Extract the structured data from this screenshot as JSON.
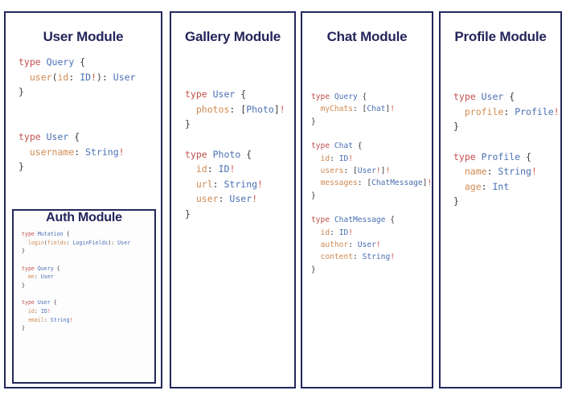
{
  "theme": {
    "border_color": "#24275c",
    "title_color": "#23255a",
    "keyword_color": "#c0504d",
    "typename_color": "#4a6fb5",
    "field_color": "#d08a50",
    "bang_color": "#d0564e",
    "punct_color": "#3b3b3b",
    "background": "#ffffff"
  },
  "modules": {
    "user": {
      "title": "User Module",
      "code_lines": [
        [
          {
            "t": "type ",
            "c": "k"
          },
          {
            "t": "Query",
            "c": "tn"
          },
          {
            "t": " {",
            "c": "p"
          }
        ],
        [
          {
            "t": "  ",
            "c": "p"
          },
          {
            "t": "user",
            "c": "fn"
          },
          {
            "t": "(",
            "c": "p"
          },
          {
            "t": "id",
            "c": "fn"
          },
          {
            "t": ": ",
            "c": "p"
          },
          {
            "t": "ID",
            "c": "tn"
          },
          {
            "t": "!",
            "c": "bg"
          },
          {
            "t": "): ",
            "c": "p"
          },
          {
            "t": "User",
            "c": "tn"
          }
        ],
        [
          {
            "t": "}",
            "c": "p"
          }
        ],
        [
          {
            "t": "",
            "c": "p"
          }
        ],
        [
          {
            "t": "",
            "c": "p"
          }
        ],
        [
          {
            "t": "type ",
            "c": "k"
          },
          {
            "t": "User",
            "c": "tn"
          },
          {
            "t": " {",
            "c": "p"
          }
        ],
        [
          {
            "t": "  ",
            "c": "p"
          },
          {
            "t": "username",
            "c": "fn"
          },
          {
            "t": ": ",
            "c": "p"
          },
          {
            "t": "String",
            "c": "tn"
          },
          {
            "t": "!",
            "c": "bg"
          }
        ],
        [
          {
            "t": "}",
            "c": "p"
          }
        ]
      ]
    },
    "auth": {
      "title": "Auth Module",
      "code_lines": [
        [
          {
            "t": "type ",
            "c": "k"
          },
          {
            "t": "Mutation",
            "c": "tn"
          },
          {
            "t": " {",
            "c": "p"
          }
        ],
        [
          {
            "t": "  ",
            "c": "p"
          },
          {
            "t": "login",
            "c": "fn"
          },
          {
            "t": "(",
            "c": "p"
          },
          {
            "t": "fields",
            "c": "fn"
          },
          {
            "t": ": ",
            "c": "p"
          },
          {
            "t": "LoginFields",
            "c": "tn"
          },
          {
            "t": "): ",
            "c": "p"
          },
          {
            "t": "User",
            "c": "tn"
          }
        ],
        [
          {
            "t": "}",
            "c": "p"
          }
        ],
        [
          {
            "t": "",
            "c": "p"
          }
        ],
        [
          {
            "t": "type ",
            "c": "k"
          },
          {
            "t": "Query",
            "c": "tn"
          },
          {
            "t": " {",
            "c": "p"
          }
        ],
        [
          {
            "t": "  ",
            "c": "p"
          },
          {
            "t": "me",
            "c": "fn"
          },
          {
            "t": ": ",
            "c": "p"
          },
          {
            "t": "User",
            "c": "tn"
          }
        ],
        [
          {
            "t": "}",
            "c": "p"
          }
        ],
        [
          {
            "t": "",
            "c": "p"
          }
        ],
        [
          {
            "t": "type ",
            "c": "k"
          },
          {
            "t": "User",
            "c": "tn"
          },
          {
            "t": " {",
            "c": "p"
          }
        ],
        [
          {
            "t": "  ",
            "c": "p"
          },
          {
            "t": "id",
            "c": "fn"
          },
          {
            "t": ": ",
            "c": "p"
          },
          {
            "t": "ID",
            "c": "tn"
          },
          {
            "t": "!",
            "c": "bg"
          }
        ],
        [
          {
            "t": "  ",
            "c": "p"
          },
          {
            "t": "email",
            "c": "fn"
          },
          {
            "t": ": ",
            "c": "p"
          },
          {
            "t": "String",
            "c": "tn"
          },
          {
            "t": "!",
            "c": "bg"
          }
        ],
        [
          {
            "t": "}",
            "c": "p"
          }
        ]
      ]
    },
    "gallery": {
      "title": "Gallery Module",
      "code_lines": [
        [
          {
            "t": "type ",
            "c": "k"
          },
          {
            "t": "User",
            "c": "tn"
          },
          {
            "t": " {",
            "c": "p"
          }
        ],
        [
          {
            "t": "  ",
            "c": "p"
          },
          {
            "t": "photos",
            "c": "fn"
          },
          {
            "t": ": [",
            "c": "p"
          },
          {
            "t": "Photo",
            "c": "tn"
          },
          {
            "t": "]",
            "c": "p"
          },
          {
            "t": "!",
            "c": "bg"
          }
        ],
        [
          {
            "t": "}",
            "c": "p"
          }
        ],
        [
          {
            "t": "",
            "c": "p"
          }
        ],
        [
          {
            "t": "type ",
            "c": "k"
          },
          {
            "t": "Photo",
            "c": "tn"
          },
          {
            "t": " {",
            "c": "p"
          }
        ],
        [
          {
            "t": "  ",
            "c": "p"
          },
          {
            "t": "id",
            "c": "fn"
          },
          {
            "t": ": ",
            "c": "p"
          },
          {
            "t": "ID",
            "c": "tn"
          },
          {
            "t": "!",
            "c": "bg"
          }
        ],
        [
          {
            "t": "  ",
            "c": "p"
          },
          {
            "t": "url",
            "c": "fn"
          },
          {
            "t": ": ",
            "c": "p"
          },
          {
            "t": "String",
            "c": "tn"
          },
          {
            "t": "!",
            "c": "bg"
          }
        ],
        [
          {
            "t": "  ",
            "c": "p"
          },
          {
            "t": "user",
            "c": "fn"
          },
          {
            "t": ": ",
            "c": "p"
          },
          {
            "t": "User",
            "c": "tn"
          },
          {
            "t": "!",
            "c": "bg"
          }
        ],
        [
          {
            "t": "}",
            "c": "p"
          }
        ]
      ]
    },
    "chat": {
      "title": "Chat Module",
      "code_lines": [
        [
          {
            "t": "type ",
            "c": "k"
          },
          {
            "t": "Query",
            "c": "tn"
          },
          {
            "t": " {",
            "c": "p"
          }
        ],
        [
          {
            "t": "  ",
            "c": "p"
          },
          {
            "t": "myChats",
            "c": "fn"
          },
          {
            "t": ": [",
            "c": "p"
          },
          {
            "t": "Chat",
            "c": "tn"
          },
          {
            "t": "]",
            "c": "p"
          },
          {
            "t": "!",
            "c": "bg"
          }
        ],
        [
          {
            "t": "}",
            "c": "p"
          }
        ],
        [
          {
            "t": "",
            "c": "p"
          }
        ],
        [
          {
            "t": "type ",
            "c": "k"
          },
          {
            "t": "Chat",
            "c": "tn"
          },
          {
            "t": " {",
            "c": "p"
          }
        ],
        [
          {
            "t": "  ",
            "c": "p"
          },
          {
            "t": "id",
            "c": "fn"
          },
          {
            "t": ": ",
            "c": "p"
          },
          {
            "t": "ID",
            "c": "tn"
          },
          {
            "t": "!",
            "c": "bg"
          }
        ],
        [
          {
            "t": "  ",
            "c": "p"
          },
          {
            "t": "users",
            "c": "fn"
          },
          {
            "t": ": [",
            "c": "p"
          },
          {
            "t": "User",
            "c": "tn"
          },
          {
            "t": "!",
            "c": "bg"
          },
          {
            "t": "]",
            "c": "p"
          },
          {
            "t": "!",
            "c": "bg"
          }
        ],
        [
          {
            "t": "  ",
            "c": "p"
          },
          {
            "t": "messages",
            "c": "fn"
          },
          {
            "t": ": [",
            "c": "p"
          },
          {
            "t": "ChatMessage",
            "c": "tn"
          },
          {
            "t": "]",
            "c": "p"
          },
          {
            "t": "!",
            "c": "bg"
          }
        ],
        [
          {
            "t": "}",
            "c": "p"
          }
        ],
        [
          {
            "t": "",
            "c": "p"
          }
        ],
        [
          {
            "t": "type ",
            "c": "k"
          },
          {
            "t": "ChatMessage",
            "c": "tn"
          },
          {
            "t": " {",
            "c": "p"
          }
        ],
        [
          {
            "t": "  ",
            "c": "p"
          },
          {
            "t": "id",
            "c": "fn"
          },
          {
            "t": ": ",
            "c": "p"
          },
          {
            "t": "ID",
            "c": "tn"
          },
          {
            "t": "!",
            "c": "bg"
          }
        ],
        [
          {
            "t": "  ",
            "c": "p"
          },
          {
            "t": "author",
            "c": "fn"
          },
          {
            "t": ": ",
            "c": "p"
          },
          {
            "t": "User",
            "c": "tn"
          },
          {
            "t": "!",
            "c": "bg"
          }
        ],
        [
          {
            "t": "  ",
            "c": "p"
          },
          {
            "t": "content",
            "c": "fn"
          },
          {
            "t": ": ",
            "c": "p"
          },
          {
            "t": "String",
            "c": "tn"
          },
          {
            "t": "!",
            "c": "bg"
          }
        ],
        [
          {
            "t": "}",
            "c": "p"
          }
        ]
      ]
    },
    "profile": {
      "title": "Profile Module",
      "code_lines": [
        [
          {
            "t": "type ",
            "c": "k"
          },
          {
            "t": "User",
            "c": "tn"
          },
          {
            "t": " {",
            "c": "p"
          }
        ],
        [
          {
            "t": "  ",
            "c": "p"
          },
          {
            "t": "profile",
            "c": "fn"
          },
          {
            "t": ": ",
            "c": "p"
          },
          {
            "t": "Profile",
            "c": "tn"
          },
          {
            "t": "!",
            "c": "bg"
          }
        ],
        [
          {
            "t": "}",
            "c": "p"
          }
        ],
        [
          {
            "t": "",
            "c": "p"
          }
        ],
        [
          {
            "t": "type ",
            "c": "k"
          },
          {
            "t": "Profile",
            "c": "tn"
          },
          {
            "t": " {",
            "c": "p"
          }
        ],
        [
          {
            "t": "  ",
            "c": "p"
          },
          {
            "t": "name",
            "c": "fn"
          },
          {
            "t": ": ",
            "c": "p"
          },
          {
            "t": "String",
            "c": "tn"
          },
          {
            "t": "!",
            "c": "bg"
          }
        ],
        [
          {
            "t": "  ",
            "c": "p"
          },
          {
            "t": "age",
            "c": "fn"
          },
          {
            "t": ": ",
            "c": "p"
          },
          {
            "t": "Int",
            "c": "tn"
          }
        ],
        [
          {
            "t": "}",
            "c": "p"
          }
        ]
      ]
    }
  }
}
